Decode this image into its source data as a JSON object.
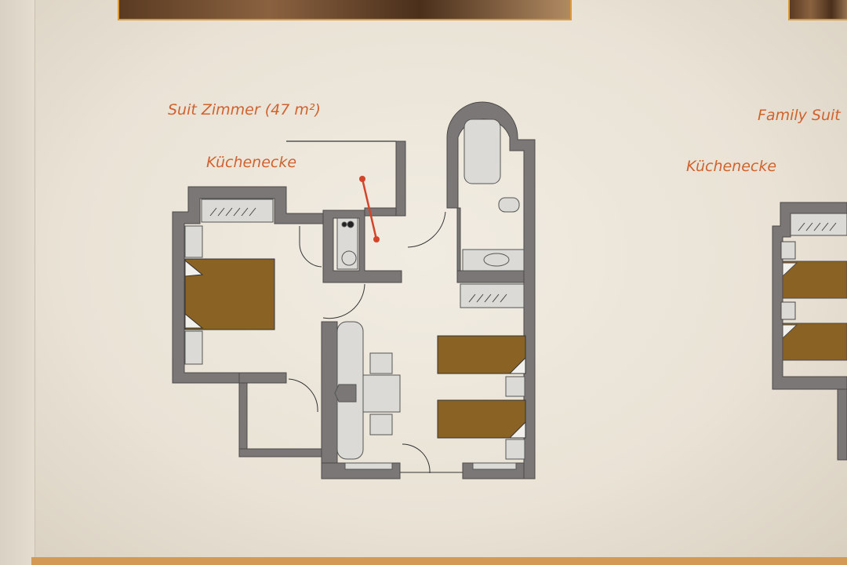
{
  "plans": [
    {
      "title": "Suit Zimmer (47 m²)",
      "kitchen_label": "Küchenecke"
    },
    {
      "title": "Family Suit",
      "kitchen_label": "Küchenecke"
    }
  ],
  "colors": {
    "wall": "#7b7776",
    "bed": "#8a6224",
    "label": "#d0622e",
    "marker": "#d2452a",
    "fixture": "#dcdad6"
  }
}
